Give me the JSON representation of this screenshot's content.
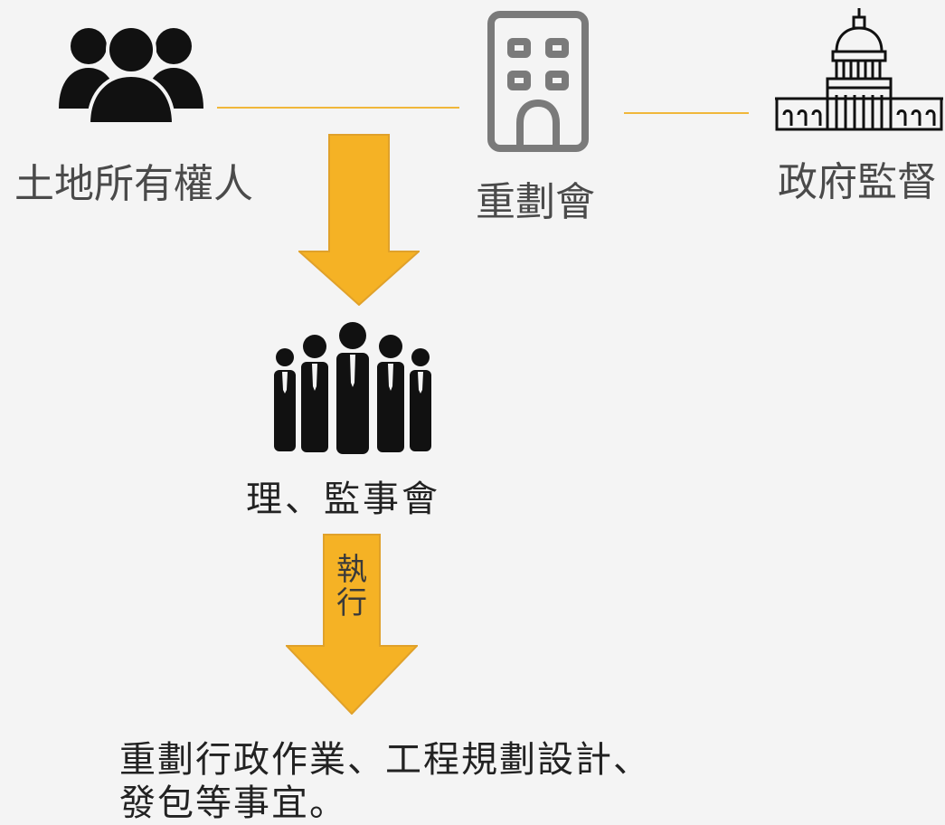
{
  "nodes": {
    "owners": {
      "label": "土地所有權人",
      "icon": "people-group-icon"
    },
    "association": {
      "label": "重劃會",
      "icon": "office-building-icon"
    },
    "government": {
      "label": "政府監督",
      "icon": "capitol-building-icon"
    },
    "board": {
      "label": "理、監事會",
      "icon": "business-team-icon"
    },
    "tasks": {
      "line1": "重劃行政作業、工程規劃設計、",
      "line2": "發包等事宜。"
    }
  },
  "edges": {
    "execute": {
      "char1": "執",
      "char2": "行"
    }
  },
  "colors": {
    "arrow_fill": "#f5b225",
    "arrow_stroke": "#e0a12a",
    "connector": "#f0b73a",
    "icon_dark": "#111111",
    "icon_gray": "#7a7a7a",
    "background": "#f4f4f4"
  }
}
